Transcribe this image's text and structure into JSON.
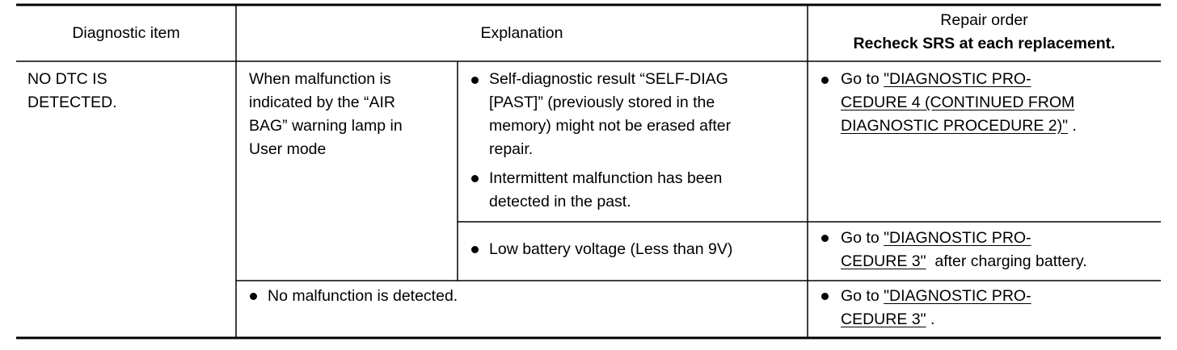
{
  "header": {
    "diagnostic_item": "Diagnostic item",
    "explanation": "Explanation",
    "repair_order": "Repair order",
    "repair_order_note": "Recheck SRS at each replacement."
  },
  "rows": {
    "item": [
      "NO DTC IS",
      "DETECTED."
    ],
    "user_mode_condition": [
      "When malfunction is",
      "indicated by the “AIR",
      "BAG” warning lamp in",
      "User mode"
    ],
    "cause1": {
      "bullet1": [
        "Self-diagnostic result “SELF-DIAG",
        "[PAST]” (previously stored in the",
        "memory) might not be erased after",
        "repair."
      ],
      "bullet2": [
        "Intermittent malfunction has been",
        "detected in the past."
      ],
      "repair_prefix": "Go to ",
      "repair_link": [
        "\"DIAGNOSTIC PRO-",
        "CEDURE 4 (CONTINUED FROM",
        "DIAGNOSTIC PROCEDURE 2)\""
      ],
      "repair_suffix": " ."
    },
    "cause2": {
      "bullet": "Low battery voltage (Less than 9V)",
      "repair_prefix": "Go to ",
      "repair_link": [
        "\"DIAGNOSTIC PRO-",
        "CEDURE 3\""
      ],
      "repair_suffix": "  after charging battery."
    },
    "no_malfunction": {
      "bullet": "No malfunction is detected.",
      "repair_prefix": "Go to ",
      "repair_link": [
        "\"DIAGNOSTIC PRO-",
        "CEDURE 3\""
      ],
      "repair_suffix": " ."
    }
  }
}
